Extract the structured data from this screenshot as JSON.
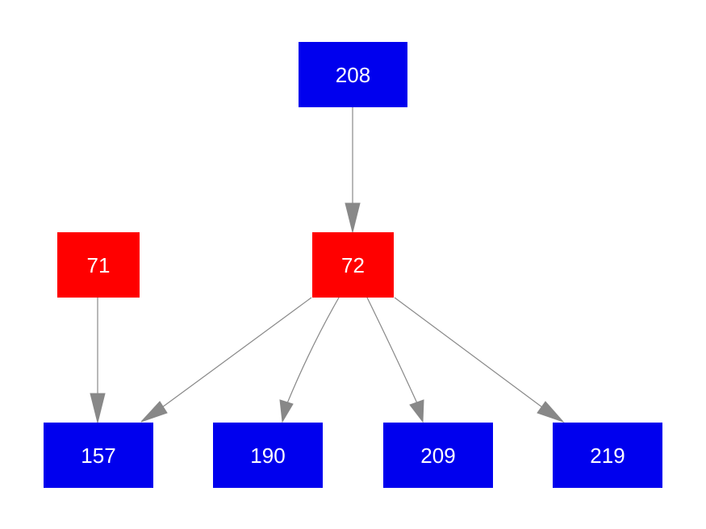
{
  "colors": {
    "red": "#ff0000",
    "blue": "#0000ee",
    "edge": "#888888",
    "label": "#ffffff"
  },
  "nodes": [
    {
      "id": "n208",
      "label": "208",
      "color": "blue"
    },
    {
      "id": "n71",
      "label": "71",
      "color": "red"
    },
    {
      "id": "n72",
      "label": "72",
      "color": "red"
    },
    {
      "id": "n157",
      "label": "157",
      "color": "blue"
    },
    {
      "id": "n190",
      "label": "190",
      "color": "blue"
    },
    {
      "id": "n209",
      "label": "209",
      "color": "blue"
    },
    {
      "id": "n219",
      "label": "219",
      "color": "blue"
    }
  ],
  "edges": [
    {
      "from": "208",
      "to": "72"
    },
    {
      "from": "71",
      "to": "157"
    },
    {
      "from": "72",
      "to": "157"
    },
    {
      "from": "72",
      "to": "190"
    },
    {
      "from": "72",
      "to": "209"
    },
    {
      "from": "72",
      "to": "219"
    }
  ]
}
